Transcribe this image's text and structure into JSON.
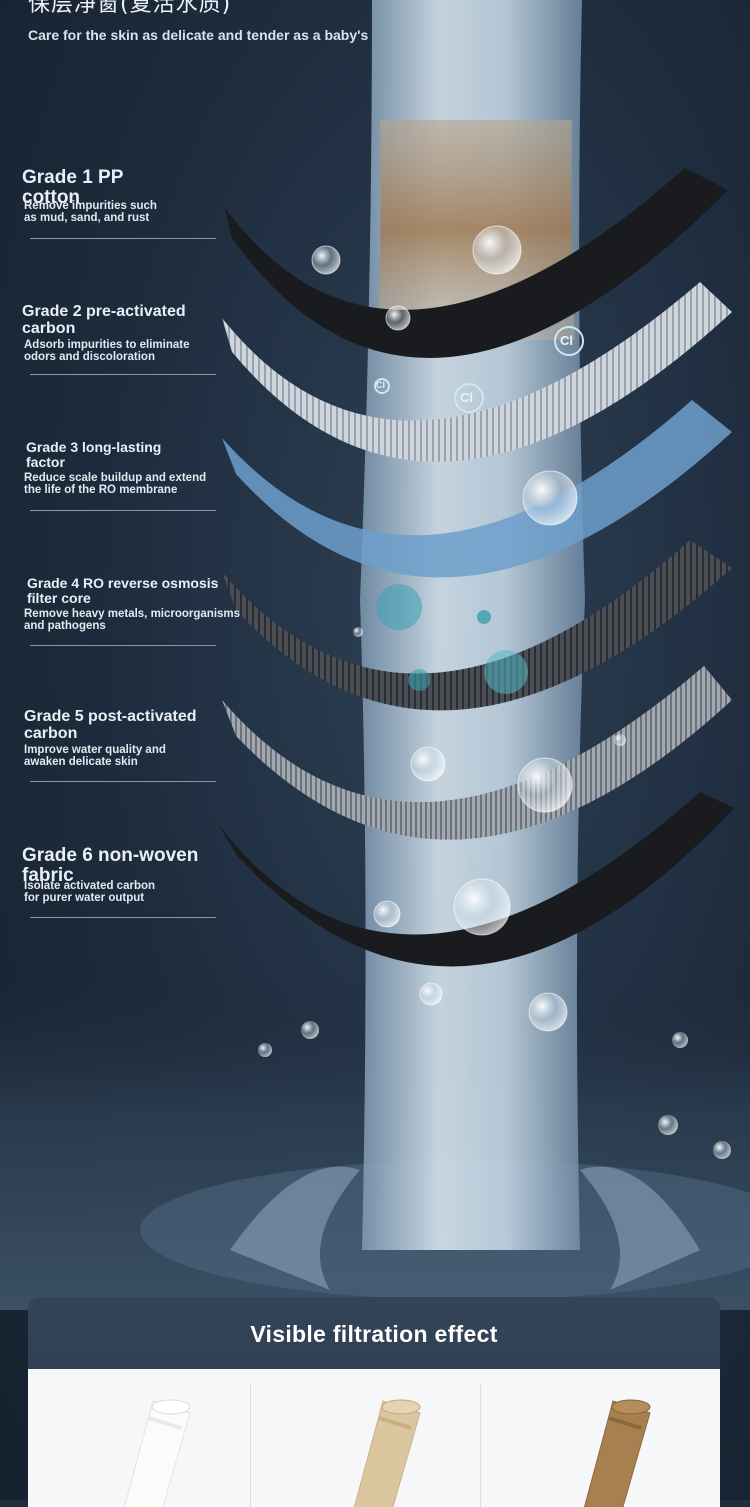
{
  "hero": {
    "title": "保层净窗(复活水质)",
    "subtitle": "Care for the skin as delicate and tender as a baby's"
  },
  "stages": [
    {
      "title": "Grade 1 PP\n cotton",
      "description": "Remove impurities such\n as mud, sand, and rust"
    },
    {
      "title": "Grade 2 pre-activated\n carbon",
      "description": "Adsorb impurities to eliminate\n odors and discoloration"
    },
    {
      "title": "Grade 3 long-lasting\n factor",
      "description": "Reduce scale buildup and extend\n the life of the RO membrane"
    },
    {
      "title": "Grade 4 RO reverse osmosis\n filter core",
      "description": "Remove heavy metals, microorganisms\n and pathogens"
    },
    {
      "title": "Grade 5 post-activated\n carbon",
      "description": "Improve water quality and\n awaken delicate skin"
    },
    {
      "title": "Grade 6 non-woven\n fabric",
      "description": "Isolate activated carbon\n for purer water output"
    }
  ],
  "molecule_labels": [
    "Cl",
    "Cl",
    "Cl"
  ],
  "panel": {
    "title": "Visible filtration effect"
  },
  "colors": {
    "background": "#1f2d3f",
    "panel_header": "#334459",
    "filter_black": "#1a1b1f",
    "filter_white": "#c9ced6",
    "filter_blue": "#6d9fcb",
    "filter_dark": "#3d4047",
    "filter_grey": "#8d939c",
    "sediment": "#b08b63",
    "water": "#b9d3e6"
  }
}
